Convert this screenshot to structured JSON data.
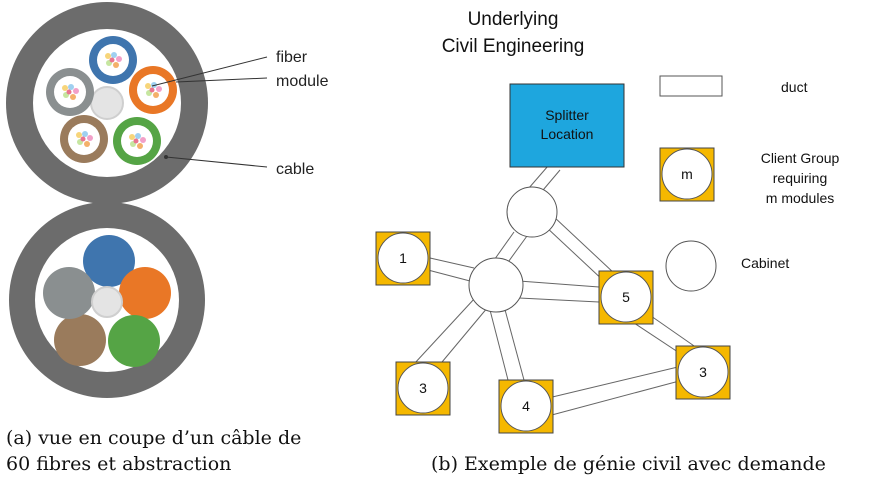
{
  "figure_a": {
    "labels": {
      "fiber": "fiber",
      "module": "module",
      "cable": "cable"
    },
    "module_colors": [
      "#3f75ae",
      "#e97726",
      "#55a445",
      "#9a7b5c",
      "#8a8f90"
    ],
    "cable_color": "#6c6c6c",
    "caption_line1": "(a) vue en coupe d’un câble de",
    "caption_line2": "60 fibres et abstraction"
  },
  "figure_b": {
    "title_line1": "Underlying",
    "title_line2": "Civil Engineering",
    "splitter_line1": "Splitter",
    "splitter_line2": "Location",
    "legend": {
      "duct": "duct",
      "client_symbol": "m",
      "client_line1": "Client Group",
      "client_line2": "requiring",
      "client_line3": "m modules",
      "cabinet": "Cabinet"
    },
    "client_groups": [
      "1",
      "5",
      "3",
      "4",
      "3"
    ],
    "caption": "(b) Exemple de génie civil avec demande",
    "colors": {
      "splitter": "#1ea6de",
      "client": "#f5b800"
    }
  }
}
